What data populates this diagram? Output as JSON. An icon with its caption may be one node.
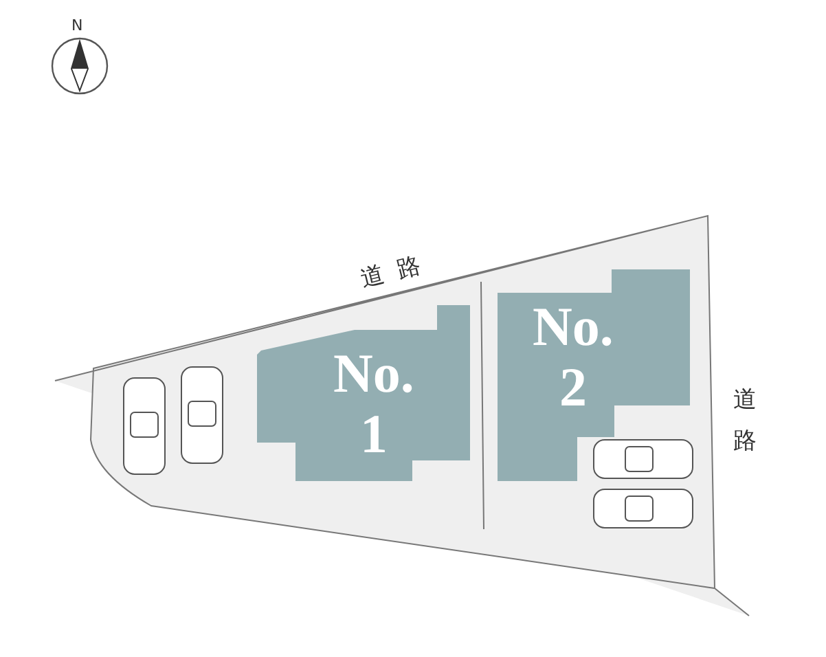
{
  "diagram": {
    "nodes": [
      {
        "text": [
          "No. 1"
        ]
      },
      {
        "text": [
          "No. 2"
        ]
      }
    ],
    "labels": [
      "N",
      "道路",
      "道路"
    ]
  }
}
